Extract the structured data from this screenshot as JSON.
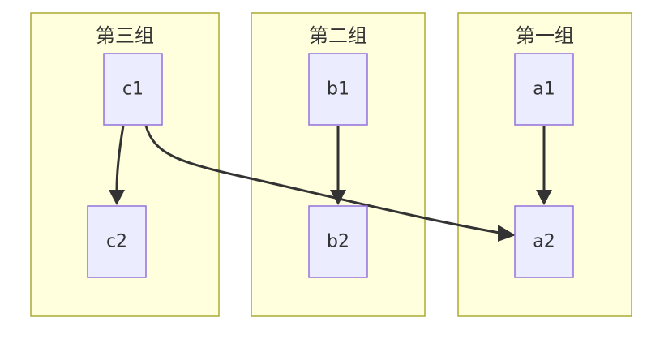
{
  "clusters": [
    {
      "id": "group3",
      "title": "第三组"
    },
    {
      "id": "group2",
      "title": "第二组"
    },
    {
      "id": "group1",
      "title": "第一组"
    }
  ],
  "nodes": {
    "c1": "c1",
    "c2": "c2",
    "b1": "b1",
    "b2": "b2",
    "a1": "a1",
    "a2": "a2"
  },
  "edges": [
    {
      "from": "c1",
      "to": "c2"
    },
    {
      "from": "c1",
      "to": "a2"
    },
    {
      "from": "b1",
      "to": "b2"
    },
    {
      "from": "a1",
      "to": "a2"
    }
  ],
  "colors": {
    "cluster_fill": "#ffffde",
    "cluster_stroke": "#aaaa33",
    "node_fill": "#ececff",
    "node_stroke": "#9370db",
    "edge": "#333333",
    "text": "#333333"
  }
}
